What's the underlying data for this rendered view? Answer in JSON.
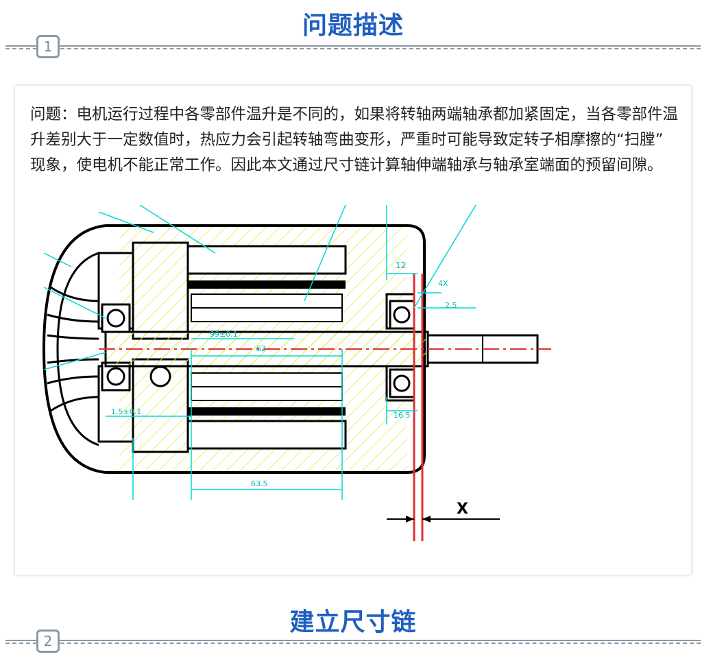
{
  "sections": [
    {
      "title": "问题描述",
      "number": "1"
    },
    {
      "title": "建立尺寸链",
      "number": "2"
    }
  ],
  "problem_text": "问题：电机运行过程中各零部件温升是不同的，如果将转轴两端轴承都加紧固定，当各零部件温升差别大于一定数值时，热应力会引起转轴弯曲变形，严重时可能导致定转子相摩擦的“扫膛” 现象，使电机不能正常工作。因此本文通过尺寸链计算轴伸端轴承与轴承室端面的预留间隙。",
  "drawing": {
    "dim_12": "12",
    "dim_4x": "4X",
    "dim_25": "2.5",
    "dim_99": "99±0.1",
    "dim_62": "62",
    "dim_15": "1.5±0.1",
    "dim_165": "16.5",
    "dim_635": "63.5",
    "label_x": "X"
  },
  "colors": {
    "title_blue": "#1f5fbf",
    "divider_gray": "#8a99a6",
    "dimension_cyan": "#00d8d8",
    "hatch_yellow": "#e2e84a",
    "center_red": "#e03030",
    "line_black": "#000000"
  }
}
